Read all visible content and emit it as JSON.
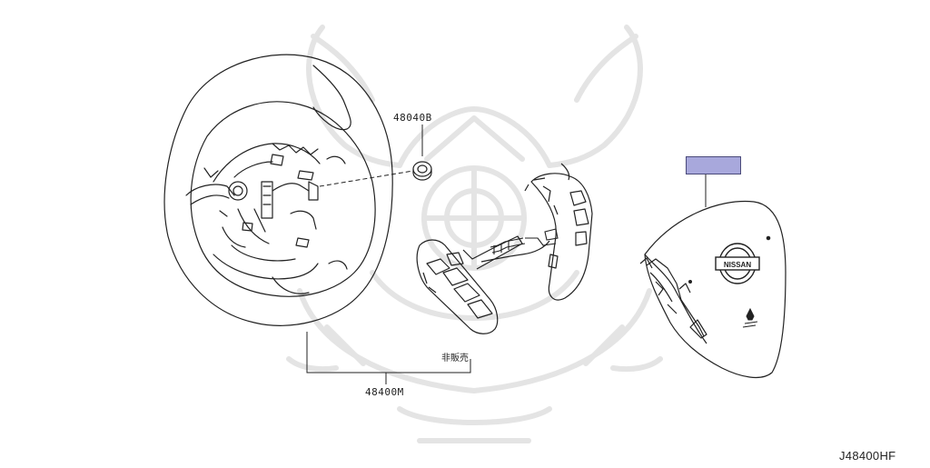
{
  "diagram": {
    "labels": {
      "horn_nut": "48040B",
      "steering_wheel": "48400M",
      "not_for_sale": "非販売",
      "diagram_code": "J48400HF"
    },
    "highlight_color": "#a8a8dc",
    "parts": [
      {
        "id": "steering-wheel",
        "number": "48400M"
      },
      {
        "id": "horn-nut",
        "number": "48040B"
      },
      {
        "id": "switch-assembly",
        "note": "非販売"
      },
      {
        "id": "airbag-module",
        "number": ""
      }
    ],
    "icons": [
      "watermark-kabuto-icon",
      "nissan-logo-icon",
      "airbag-mark-icon"
    ]
  }
}
